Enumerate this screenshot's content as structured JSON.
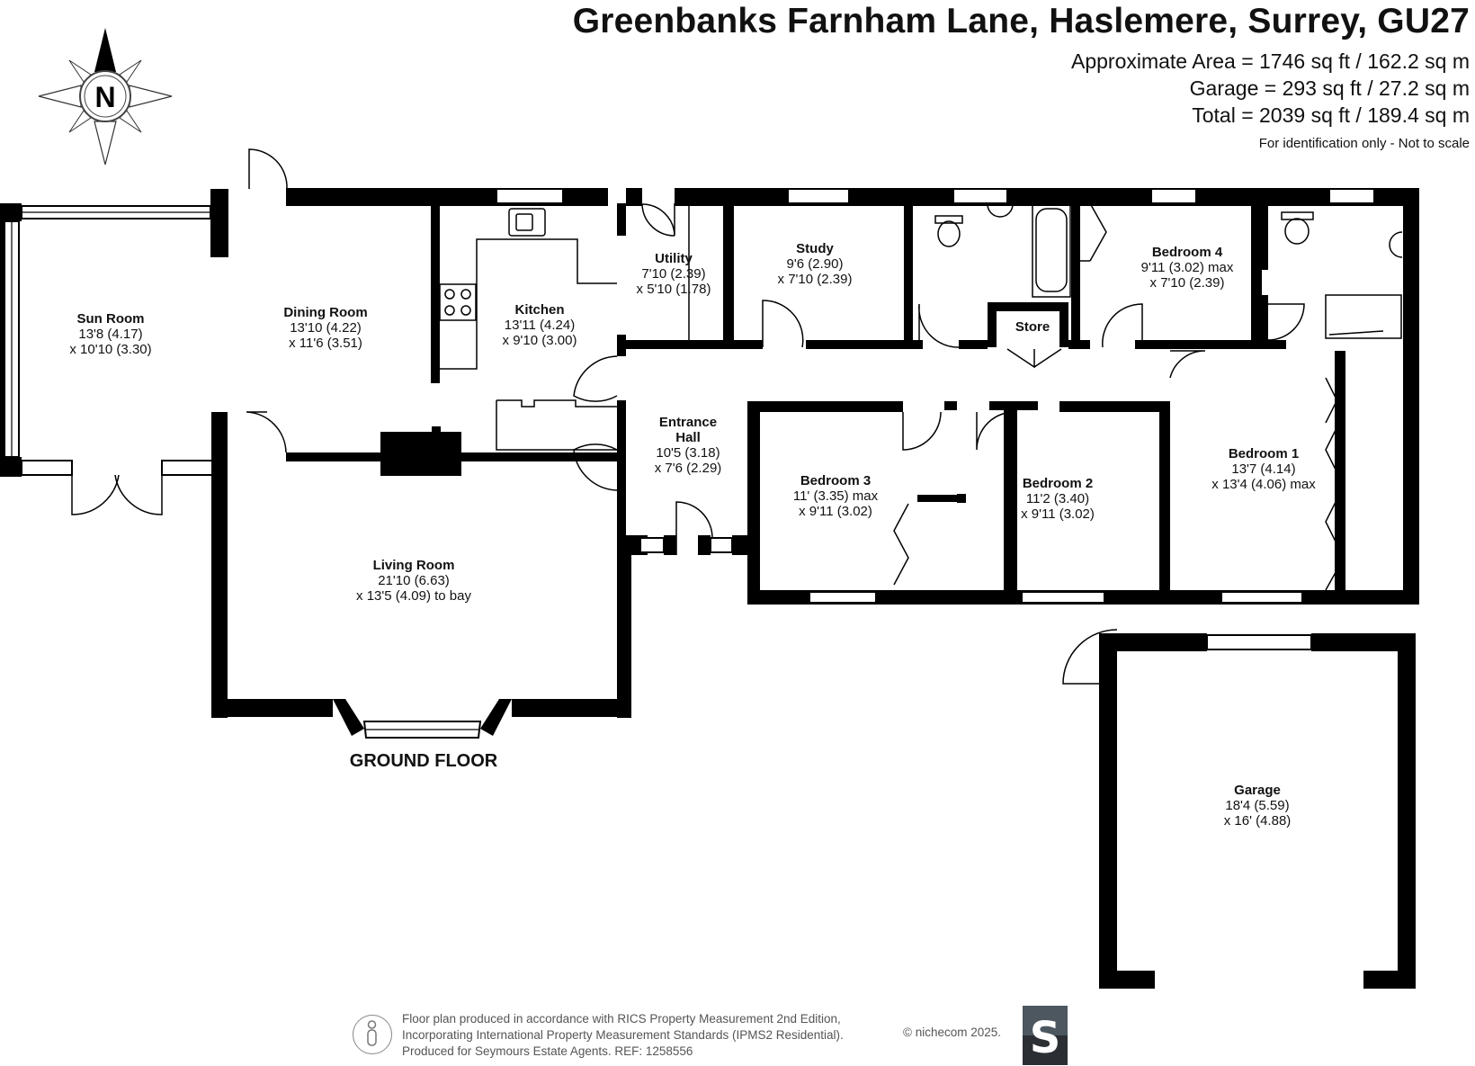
{
  "header": {
    "title": "Greenbanks Farnham Lane, Haslemere, Surrey, GU27",
    "area_lines": [
      "Approximate Area = 1746 sq ft / 162.2 sq m",
      "Garage = 293 sq ft / 27.2 sq m",
      "Total = 2039 sq ft / 189.4 sq m"
    ],
    "note": "For identification only - Not to scale"
  },
  "compass": {
    "label": "N"
  },
  "rooms": {
    "sun_room": {
      "name": "Sun Room",
      "dims": [
        "13'8 (4.17)",
        "x 10'10 (3.30)"
      ]
    },
    "dining_room": {
      "name": "Dining Room",
      "dims": [
        "13'10 (4.22)",
        "x 11'6 (3.51)"
      ]
    },
    "kitchen": {
      "name": "Kitchen",
      "dims": [
        "13'11 (4.24)",
        "x 9'10 (3.00)"
      ]
    },
    "utility": {
      "name": "Utility",
      "dims": [
        "7'10 (2.39)",
        "x 5'10 (1.78)"
      ]
    },
    "study": {
      "name": "Study",
      "dims": [
        "9'6 (2.90)",
        "x 7'10 (2.39)"
      ]
    },
    "store": {
      "name": "Store",
      "dims": []
    },
    "bedroom_4": {
      "name": "Bedroom 4",
      "dims": [
        "9'11 (3.02) max",
        "x 7'10 (2.39)"
      ]
    },
    "entrance_hall": {
      "name": "Entrance Hall",
      "name_lines": [
        "Entrance",
        "Hall"
      ],
      "dims": [
        "10'5 (3.18)",
        "x 7'6 (2.29)"
      ]
    },
    "bedroom_3": {
      "name": "Bedroom 3",
      "dims": [
        "11' (3.35) max",
        "x 9'11 (3.02)"
      ]
    },
    "bedroom_2": {
      "name": "Bedroom 2",
      "dims": [
        "11'2 (3.40)",
        "x 9'11 (3.02)"
      ]
    },
    "bedroom_1": {
      "name": "Bedroom 1",
      "dims": [
        "13'7 (4.14)",
        "x 13'4 (4.06) max"
      ]
    },
    "living_room": {
      "name": "Living Room",
      "dims": [
        "21'10 (6.63)",
        "x 13'5 (4.09) to bay"
      ]
    },
    "garage": {
      "name": "Garage",
      "dims": [
        "18'4 (5.59)",
        "x 16' (4.88)"
      ]
    }
  },
  "floor_label": "GROUND FLOOR",
  "footer": {
    "lines": [
      "Floor plan produced in accordance with RICS Property Measurement 2nd Edition,",
      "Incorporating International Property Measurement Standards (IPMS2 Residential).",
      "Produced for Seymours Estate Agents.    REF: 1258556"
    ],
    "credit": "© nichecom 2025.",
    "logo_letter": "S"
  },
  "colors": {
    "wall": "#000000",
    "background": "#ffffff",
    "logo_top": "#4c5760",
    "logo_bottom": "#2b2f34"
  }
}
